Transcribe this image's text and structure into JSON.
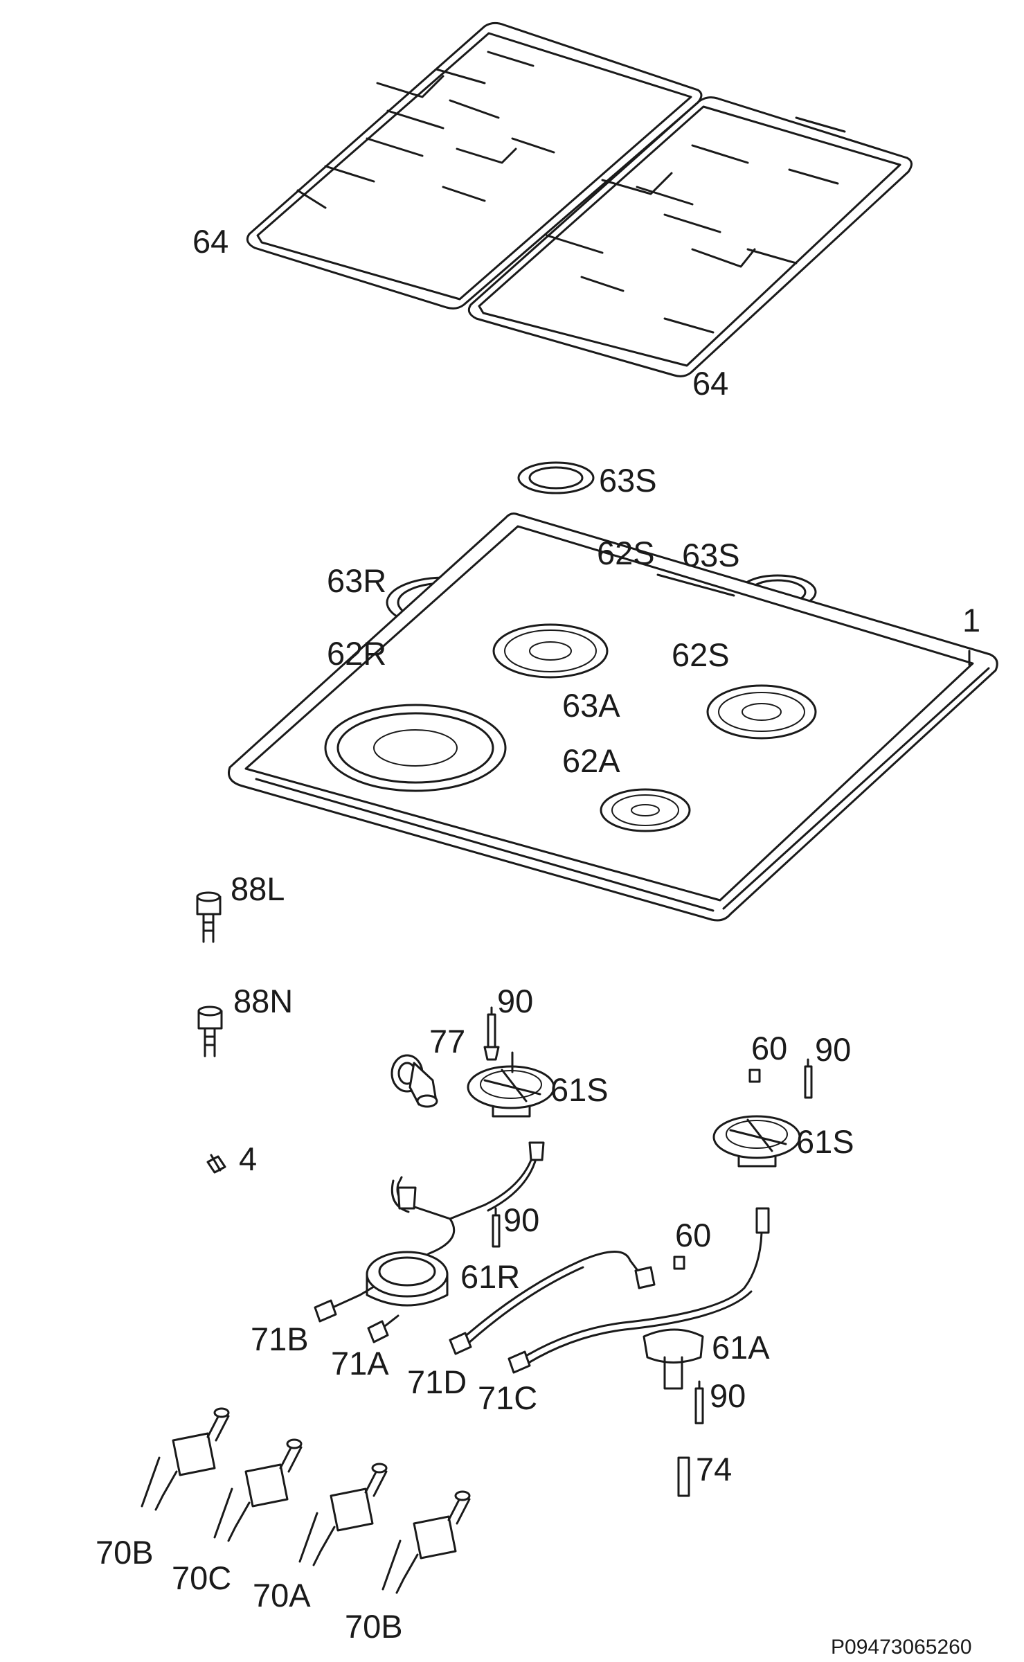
{
  "drawing_code": "P09473065260",
  "labels": {
    "grid_left": "64",
    "grid_right": "64",
    "cap_s_top": "63S",
    "burner_s_top": "62S",
    "cap_s_right": "63S",
    "cap_r": "63R",
    "hob": "1",
    "burner_r": "62R",
    "burner_s_right": "62S",
    "cap_a": "63A",
    "burner_a": "62A",
    "nozzle_l": "88L",
    "nozzle_n": "88N",
    "thermo_1": "90",
    "elbow": "77",
    "base_s_1": "61S",
    "screw_1": "60",
    "thermo_2": "90",
    "base_s_2": "61S",
    "clip": "4",
    "thermo_3": "90",
    "base_r": "61R",
    "screw_2": "60",
    "pipe_b": "71B",
    "pipe_a": "71A",
    "pipe_d": "71D",
    "pipe_c": "71C",
    "base_a": "61A",
    "thermo_4": "90",
    "electrode": "74",
    "valve_b1": "70B",
    "valve_c": "70C",
    "valve_a": "70A",
    "valve_b2": "70B"
  }
}
